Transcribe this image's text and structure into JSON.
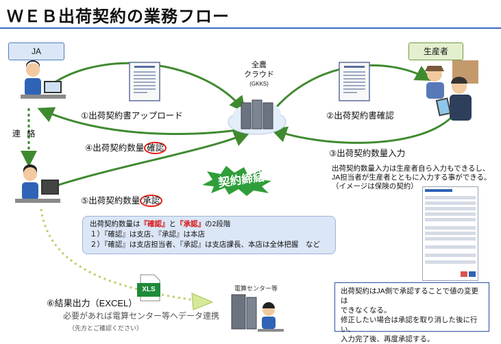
{
  "title": "ＷＥＢ出荷契約の業務フロー",
  "roles": {
    "ja": "JA",
    "producer": "生産者"
  },
  "cloud": {
    "line1": "全農",
    "line2": "クラウド",
    "line3": "(GKKS)"
  },
  "contact_label": "連 絡",
  "steps": {
    "s1": "①出荷契約書アップロード",
    "s2": "②出荷契約書確認",
    "s3": "③出荷契約数量入力",
    "s4_prefix": "④出荷契約数量",
    "s4_circled": "確認",
    "s5_prefix": "⑤出荷契約数量",
    "s5_circled": "承認"
  },
  "seal_text": "契約締結",
  "producer_note": {
    "line1": "出荷契約数量入力は生産者自ら入力もできるし、",
    "line2": "JA担当者が生産者とともに入力する事ができる。",
    "line3": "（イメージは保険の契約）"
  },
  "info_box": {
    "l1_a": "出荷契約数量は",
    "l1_b": "『確認』",
    "l1_c": "と",
    "l1_d": "『承認』",
    "l1_e": "の2段階",
    "l2": "１）『確認』は支店、『承認』は本店",
    "l3": "２）『確認』は支店担当者、『承認』は支店課長、本店は全体把握　など"
  },
  "note_box": {
    "line1": "出荷契約はJA側で承認することで値の変更は",
    "line2": "できなくなる。",
    "line3": "修正したい場合は承認を取り消した後に行い、",
    "line4": "入力完了後、再度承認する。"
  },
  "step6": {
    "title": "⑥結果出力（EXCEL）",
    "sub": "必要があれば電算センター等へデータ連携",
    "note": "（先方とご確認ください）"
  },
  "xls_label": "XLS",
  "calc_center_label": "電算センター等",
  "colors": {
    "flow": "#3f8a2f",
    "title_rule": "#3a6bc4",
    "highlight": "#e0201a"
  }
}
